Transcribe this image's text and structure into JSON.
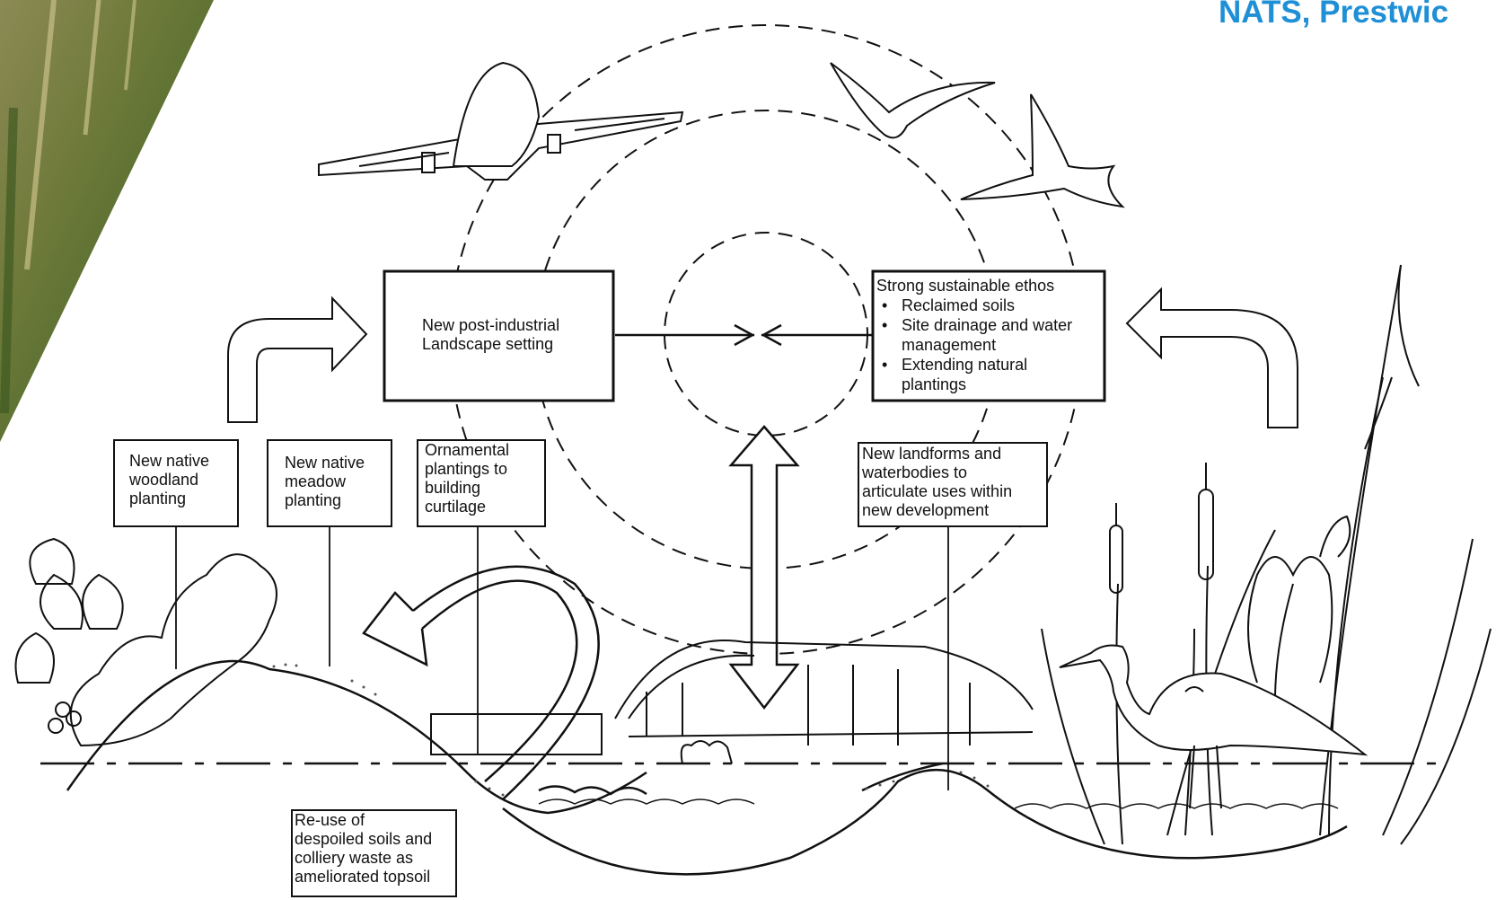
{
  "header": {
    "title": "NATS, Prestwic"
  },
  "diagram": {
    "center_box": {
      "text": "New post-industrial\nLandscape setting"
    },
    "ethos_box": {
      "title": "Strong sustainable ethos",
      "bullets": [
        "Reclaimed soils",
        "Site drainage and water\nmanagement",
        "Extending natural\nplantings"
      ]
    },
    "labels": {
      "woodland": "New native\nwoodland\nplanting",
      "meadow": "New native\nmeadow\nplanting",
      "ornamental": "Ornamental\nplantings to\nbuilding\ncurtilage",
      "landforms": "New landforms and\nwaterbodies to\narticulate uses within\nnew development",
      "reuse": "Re-use of\ndespoiled soils and\ncolliery waste as\nameliorated topsoil"
    },
    "icons": [
      "airplane-icon",
      "gull-icon",
      "goose-icon",
      "heron-icon",
      "cattail-icon",
      "iris-icon",
      "tree-icon",
      "building-icon"
    ]
  }
}
